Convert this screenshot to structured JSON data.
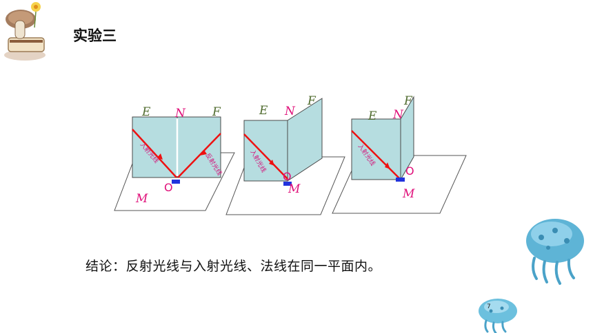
{
  "title": "实验三",
  "conclusion": "结论：反射光线与入射光线、法线在同一平面内。",
  "page_number": "7",
  "colors": {
    "board": "#b6dde0",
    "board_edge": "#4a4a4a",
    "ray": "#ee1111",
    "label_magenta": "#e0107a",
    "label_dark": "#4f6b2e",
    "mirror": "#2233dd"
  },
  "figures": [
    {
      "labels": {
        "E": "E",
        "N": "N",
        "F": "F",
        "O": "O",
        "M": "M"
      },
      "incident_text": "入射光线",
      "reflected_text": "反射光线"
    },
    {
      "labels": {
        "E": "E",
        "N": "N",
        "F": "F",
        "O": "O",
        "M": "M"
      },
      "incident_text": "入射光线"
    },
    {
      "labels": {
        "E": "E",
        "N": "N",
        "F": "F",
        "O": "O",
        "M": "M"
      },
      "incident_text": "入射光线"
    }
  ],
  "icons": [
    "mushroom-book-icon",
    "jellyfish-large-icon",
    "jellyfish-small-icon"
  ]
}
